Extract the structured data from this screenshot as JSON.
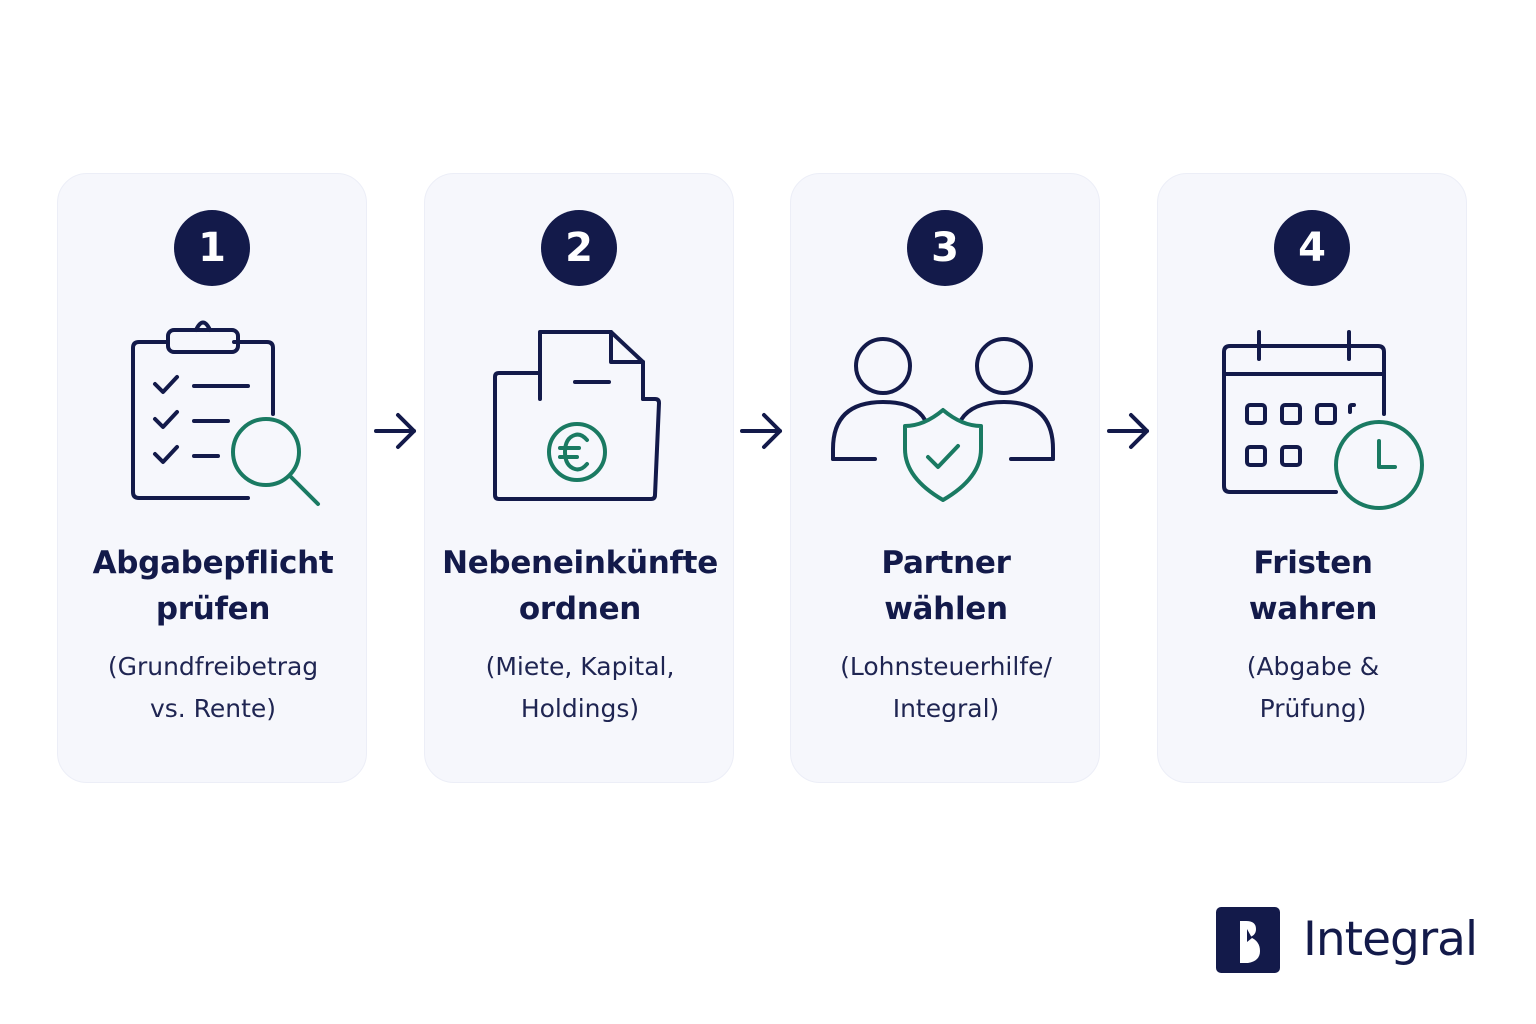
{
  "steps": [
    {
      "number": "1",
      "title_line1": "Abgabepflicht",
      "title_line2": "prüfen",
      "sub_line1": "(Grundfreibetrag",
      "sub_line2": "vs. Rente)",
      "icon": "clipboard-search-icon"
    },
    {
      "number": "2",
      "title_line1": "Nebeneinkünfte",
      "title_line2": "ordnen",
      "sub_line1": "(Miete, Kapital,",
      "sub_line2": "Holdings)",
      "icon": "folder-euro-icon"
    },
    {
      "number": "3",
      "title_line1": "Partner",
      "title_line2": "wählen",
      "sub_line1": "(Lohnsteuerhilfe/",
      "sub_line2": "Integral)",
      "icon": "people-shield-icon"
    },
    {
      "number": "4",
      "title_line1": "Fristen",
      "title_line2": "wahren",
      "sub_line1": "(Abgabe &",
      "sub_line2": "Prüfung)",
      "icon": "calendar-clock-icon"
    }
  ],
  "brand": {
    "name": "Integral",
    "logo_icon": "integral-logo-icon"
  },
  "colors": {
    "navy": "#131a4a",
    "green": "#1a7a62",
    "card_bg": "#f6f7fc",
    "page_bg": "#ffffff"
  }
}
